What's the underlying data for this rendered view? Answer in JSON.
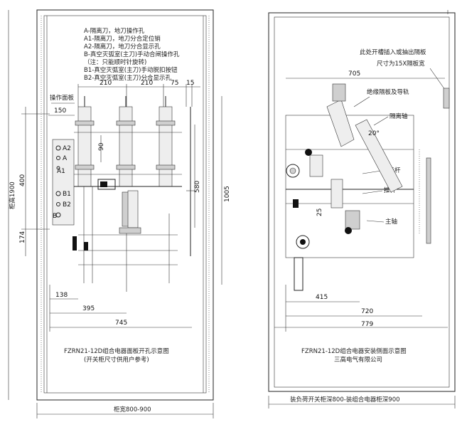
{
  "left_view": {
    "legend": [
      "A-隔离刀，地刀操作孔",
      "A1-隔离刀，地刀分合定位销",
      "A2-隔离刀，地刀分合显示孔",
      "B-真空灭弧室(主刀)手动合闸操作孔",
      "（注：只能顺时针旋转)",
      "B1-真空灭弧室(主刀)手动脱扣按钮",
      "B2-真空灭弧室(主刀)分合显示孔"
    ],
    "operator_panel_label": "操作面板",
    "labels": {
      "a2": "A2",
      "a": "A",
      "a1": "A1",
      "b1": "B1",
      "b2": "B2",
      "b": "B"
    },
    "dims": {
      "top1": "210",
      "top2": "210",
      "top3": "75",
      "top4": "15",
      "d150": "150",
      "d90": "90",
      "d580": "580",
      "d400": "400",
      "d174": "174",
      "d1005": "1005",
      "d138": "138",
      "d395": "395",
      "d745": "745",
      "cabinet_height": "柜高1900",
      "cabinet_width": "柜宽800-900"
    },
    "caption_line1": "FZRN21-12D组合电器面板开孔示意图",
    "caption_line2": "(开关柜尺寸供用户参考)"
  },
  "right_view": {
    "note_line1": "此处开槽插入或抽出隔板",
    "note_line2": "尺寸为15X隔板宽",
    "labels": {
      "insulating_plate": "绝缘隔板及导轨",
      "isolating_shaft": "隔离轴",
      "indicator_rod": "显示杆",
      "push_rod": "推杆",
      "main_shaft": "主轴"
    },
    "dims": {
      "d705": "705",
      "angle": "20°",
      "d25": "25",
      "d415": "415",
      "d720": "720",
      "d779": "779"
    },
    "caption_line1": "FZRN21-12D组合电器安装侧面示意图",
    "caption_line2": "三高电气有限公司",
    "cabinet_depth": "装负荷开关柜深800-装组合电器柜深900"
  },
  "colors": {
    "ink": "#111111",
    "background": "#ffffff",
    "fill_gray": "#cfcfcf"
  }
}
